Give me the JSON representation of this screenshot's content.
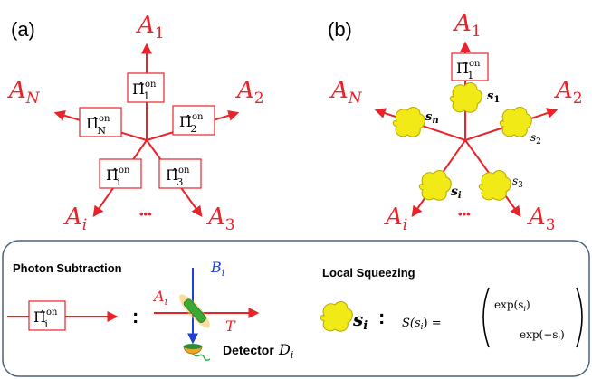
{
  "panels": {
    "a": {
      "label": "(a)"
    },
    "b": {
      "label": "(b)"
    }
  },
  "colors": {
    "arrow": "#e8232a",
    "box_border": "#e8232a",
    "squeezer_fill": "#f2ea17",
    "squeezer_edge": "#b5a800",
    "legend_border": "#4a6178",
    "beam_arrow": "#1f3fd6",
    "splitter": "#3aa935",
    "splitter_glow": "#f5c04a",
    "detector_cup": "#e8a82a",
    "detector_lens": "#2e8b3a",
    "detector_wire": "#21b24a"
  },
  "mode_labels": {
    "A1": {
      "base": "A",
      "sub": "1"
    },
    "A2": {
      "base": "A",
      "sub": "2"
    },
    "A3": {
      "base": "A",
      "sub": "3"
    },
    "Ai": {
      "base": "A",
      "sub": "i"
    },
    "AN": {
      "base": "A",
      "sub": "N"
    },
    "ellipsis": "•••"
  },
  "operators": {
    "symbol": "Π̂",
    "superscript": "on",
    "sub_1": "1",
    "sub_2": "2",
    "sub_3": "3",
    "sub_i": "i",
    "sub_N": "N"
  },
  "squeezers": {
    "s_1": {
      "base": "s",
      "sub": "1"
    },
    "s_2": {
      "base": "s",
      "sub": "2"
    },
    "s_3": {
      "base": "s",
      "sub": "3"
    },
    "s_i": {
      "base": "s",
      "sub": "i"
    },
    "s_n": {
      "base": "s",
      "sub": "n"
    }
  },
  "legend": {
    "photon_subtraction_title": "Photon Subtraction",
    "local_squeezing_title": "Local Squeezing",
    "colon": ":",
    "input_mode": {
      "base": "A",
      "sub": "i"
    },
    "ancilla_mode": {
      "base": "B",
      "sub": "i"
    },
    "transmission": "T",
    "detector_word": "Detector",
    "detector_symbol": {
      "base": "D",
      "sub": "i"
    },
    "squeeze_label": {
      "base": "s",
      "sub": "i"
    },
    "formula": {
      "lhs": "S(s",
      "lhs_sub": "i",
      "lhs_close": ") =",
      "entry_11": "exp(s",
      "entry_11_sub": "i",
      "entry_11_close": ")",
      "entry_22": "exp(−s",
      "entry_22_sub": "i",
      "entry_22_close": ")"
    }
  }
}
